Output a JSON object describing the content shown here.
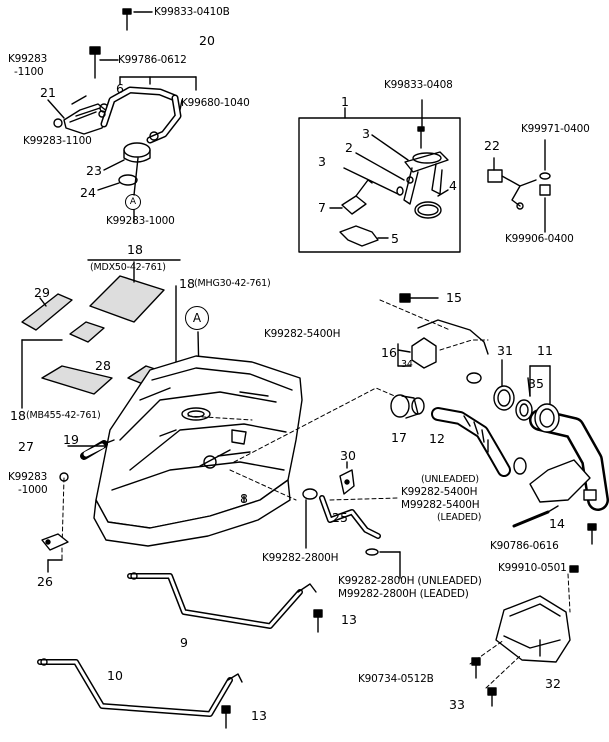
{
  "labels": {
    "k99833_0410b": "K99833-0410B",
    "k99283_1100_top": "K99283",
    "k99283_1100_top2": "-1100",
    "k99786_0612": "K99786-0612",
    "n20": "20",
    "n21": "21",
    "n6": "6",
    "k99680_1040": "K99680-1040",
    "k99283_1100": "K99283-1100",
    "n23": "23",
    "n24": "24",
    "k99283_1000_mid": "K99283-1000",
    "n1": "1",
    "k99833_0408": "K99833-0408",
    "n3a": "3",
    "n2": "2",
    "n3b": "3",
    "n4": "4",
    "n7": "7",
    "n5": "5",
    "n22": "22",
    "k99971_0400": "K99971-0400",
    "k99906_0400": "K99906-0400",
    "n18a": "18",
    "mdx": "(MDX50-42-761)",
    "n18b": "18",
    "mhg": "(MHG30-42-761)",
    "n29": "29",
    "n15": "15",
    "n28": "28",
    "k99282_5400h_top": "K99282-5400H",
    "n16": "16",
    "n34": "34",
    "n31": "31",
    "n11": "11",
    "n35": "35",
    "n18c": "18",
    "mb455": "(MB455-42-761)",
    "n17": "17",
    "n12": "12",
    "n27": "27",
    "n19": "19",
    "k99283_1000_left": "K99283",
    "k99283_1000_left2": "-1000",
    "n30": "30",
    "unleaded1": "(UNLEADED)",
    "k99282_5400h_mid": "K99282-5400H",
    "m99282_5400h": "M99282-5400H",
    "leaded1": "(LEADED)",
    "n8": "8",
    "n25": "25",
    "n14": "14",
    "n26": "26",
    "k90786_0616": "K90786-0616",
    "k99282_2800h_a": "K99282-2800H",
    "k99910_0501": "K99910-0501",
    "k99282_2800h_b": "K99282-2800H (UNLEADED)",
    "m99282_2800h": "M99282-2800H (LEADED)",
    "n13a": "13",
    "n9": "9",
    "k90734_0512b": "K90734-0512B",
    "n32": "32",
    "n10": "10",
    "n33": "33",
    "n13b": "13",
    "markerA": "A"
  }
}
